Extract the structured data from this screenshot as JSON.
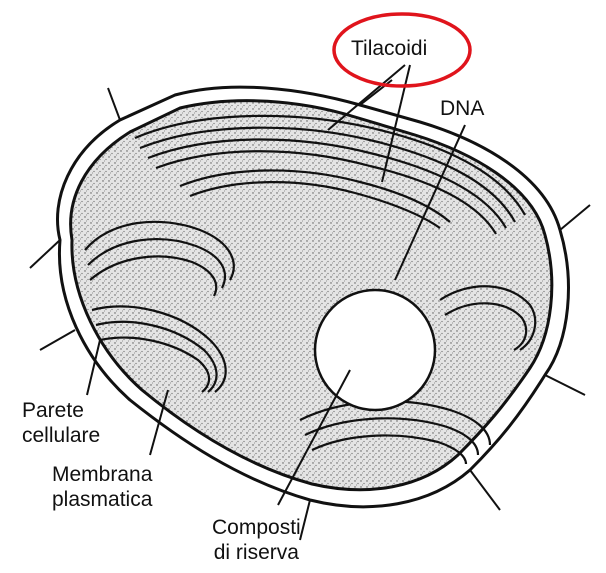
{
  "labels": {
    "tilacoidi": "Tilacoidi",
    "dna": "DNA",
    "parete_line1": "Parete",
    "parete_line2": "cellulare",
    "membrana_line1": "Membrana",
    "membrana_line2": "plasmatica",
    "composti_line1": "Composti",
    "composti_line2": "di riserva"
  },
  "colors": {
    "highlight_ring": "#e0141c",
    "ink": "#111111",
    "stroma": "#d8d8d8"
  }
}
